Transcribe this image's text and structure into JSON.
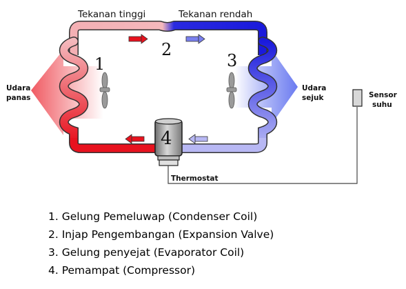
{
  "labels": {
    "high_pressure": "Tekanan tinggi",
    "low_pressure": "Tekanan rendah",
    "hot_air": [
      "Udara",
      "panas"
    ],
    "cool_air": [
      "Udara",
      "sejuk"
    ],
    "sensor": [
      "Sensor",
      "suhu"
    ],
    "thermostat": "Thermostat",
    "num_condenser": "1",
    "num_valve": "2",
    "num_evaporator": "3",
    "num_compressor": "4"
  },
  "legend": [
    "1. Gelung Pemeluwap (Condenser Coil)",
    "2. Injap Pengembangan (Expansion Valve)",
    "3. Gelung penyejat (Evaporator Coil)",
    "4. Pemampat (Compressor)"
  ],
  "colors": {
    "hot": "#e8121e",
    "hot_light": "#f4b8bc",
    "cold": "#1a1adc",
    "cold_light": "#b8b8f4",
    "hot_air": "#f05a62",
    "cool_air": "#6a7af0"
  }
}
